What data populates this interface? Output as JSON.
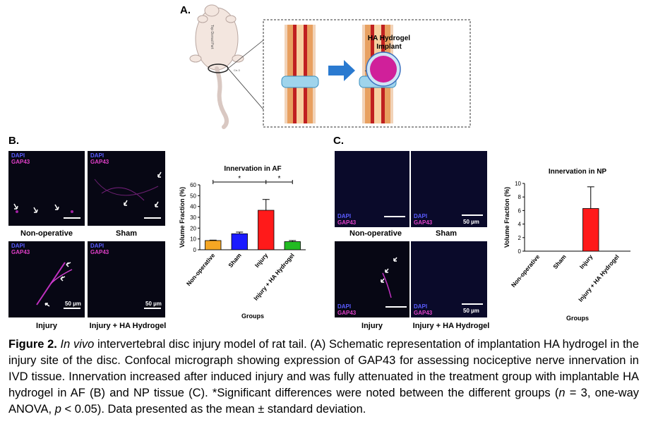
{
  "panels": {
    "a_letter": "A.",
    "b_letter": "B.",
    "c_letter": "C."
  },
  "schematic": {
    "rat_text_1": "Top Dorsal Part",
    "rat_text_2": "Ce-3",
    "implant_label_1": "HA Hydrogel",
    "implant_label_2": "Implant"
  },
  "micrographs": {
    "dapi": "DAPI",
    "gap43": "GAP43",
    "scale": "50 µm",
    "b_labels": [
      "Non-operative",
      "Sham",
      "Injury",
      "Injury + HA Hydrogel"
    ],
    "c_labels": [
      "Non-operative",
      "Sham",
      "Injury",
      "Injury + HA Hydrogel"
    ]
  },
  "chart_data": [
    {
      "type": "bar",
      "title": "Innervation in AF",
      "ylabel": "Volume Fraction (%)",
      "xlabel": "Groups",
      "categories": [
        "Non-operative",
        "Sham",
        "Injury",
        "Injury + HA Hydrogel"
      ],
      "values": [
        8.5,
        14.8,
        36.5,
        7.5
      ],
      "errors": [
        0.4,
        1.5,
        10,
        1
      ],
      "colors": [
        "#f5a623",
        "#1a1aff",
        "#ff1a1a",
        "#22bb22"
      ],
      "ylim": [
        0,
        60
      ],
      "yticks": [
        0,
        10,
        20,
        30,
        40,
        50,
        60
      ],
      "significance": "*"
    },
    {
      "type": "bar",
      "title": "Innervation in NP",
      "ylabel": "Volume Fraction (%)",
      "xlabel": "Groups",
      "categories": [
        "Non-operative",
        "Sham",
        "Injury",
        "Injury + HA Hydrogel"
      ],
      "values": [
        0,
        0,
        6.3,
        0
      ],
      "errors": [
        0,
        0,
        3.2,
        0
      ],
      "colors": [
        "#f5a623",
        "#1a1aff",
        "#ff1a1a",
        "#22bb22"
      ],
      "ylim": [
        0,
        10
      ],
      "yticks": [
        0,
        2,
        4,
        6,
        8,
        10
      ]
    }
  ],
  "caption": {
    "figure_label": "Figure 2.",
    "in_vivo": "In vivo",
    "part1": " intervertebral disc injury model of rat tail. (A) Schematic representation of implantation HA hydrogel in the injury site of the disc. Confocal micrograph showing expression of GAP43 for assessing nociceptive nerve innervation in IVD tissue. Innervation increased after induced injury and was fully attenuated in the treatment group with implantable HA hydrogel in AF (B) and NP tissue (C). *Significant differences were noted between the different groups (",
    "n": "n",
    "part2": " = 3, one-way ANOVA, ",
    "p": "p",
    "part3": " < 0.05). Data presented as the mean ± standard deviation."
  }
}
